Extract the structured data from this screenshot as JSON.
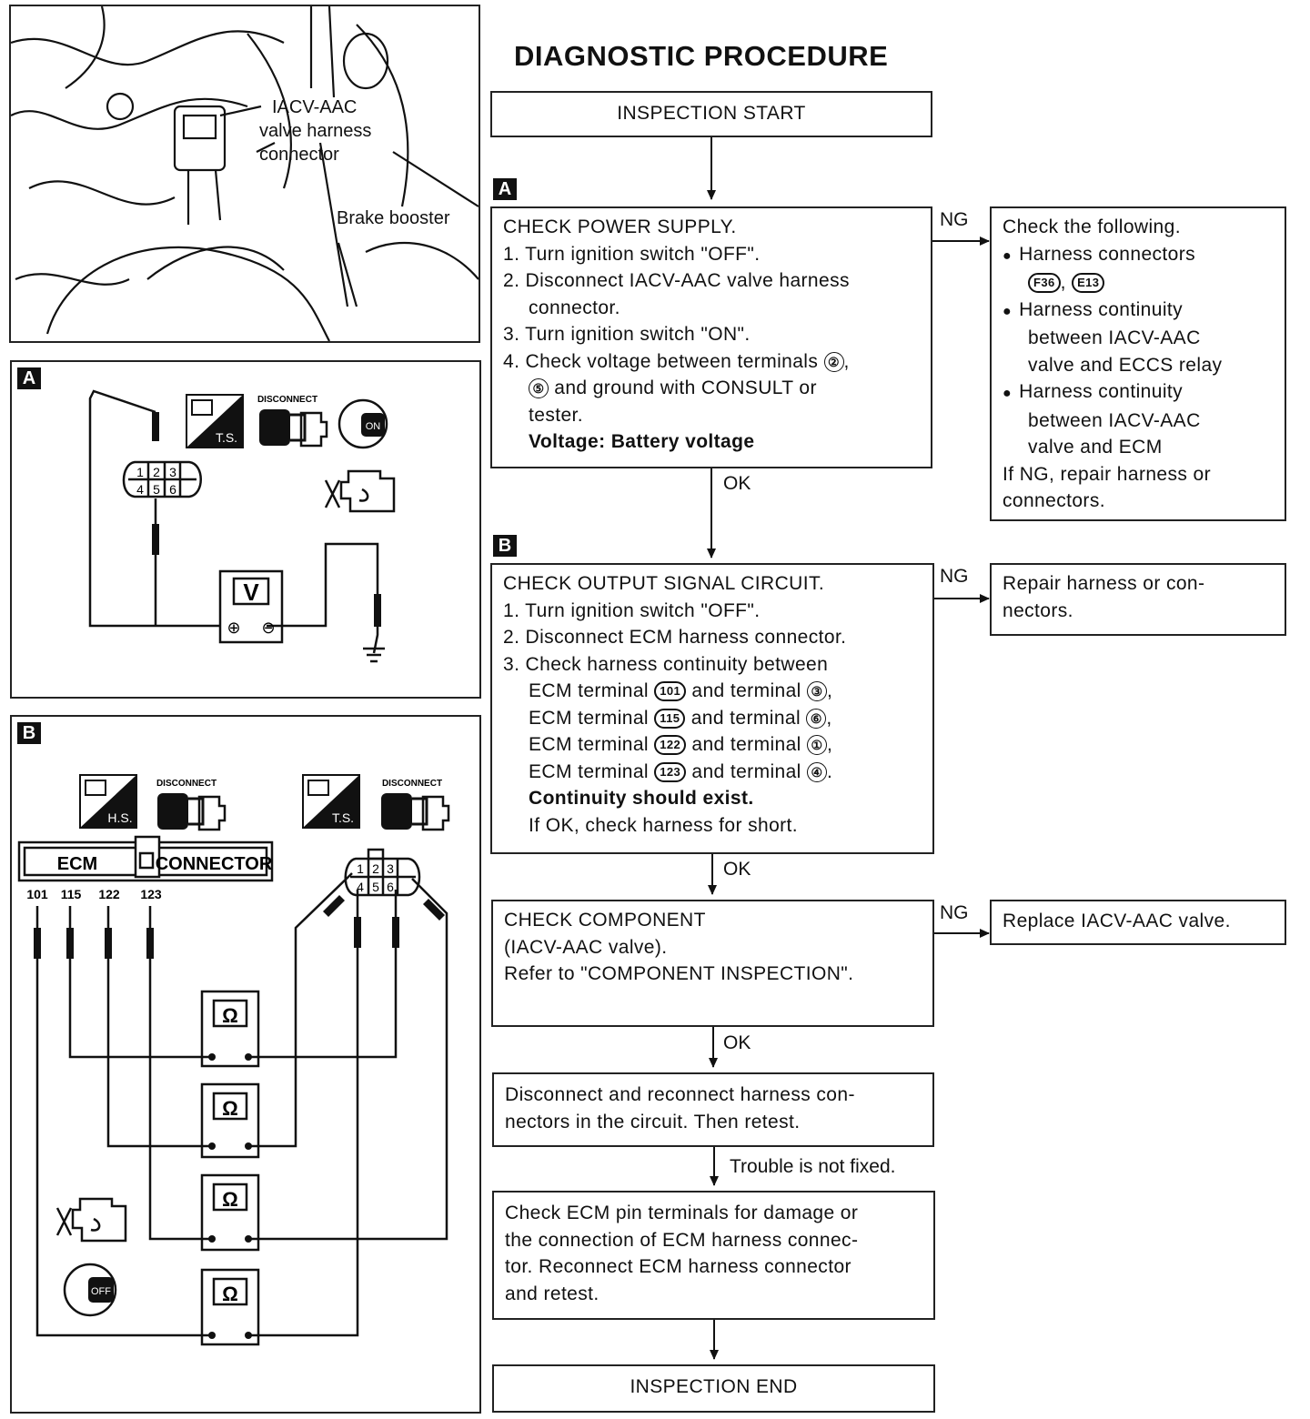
{
  "page_title": "DIAGNOSTIC PROCEDURE",
  "photo": {
    "label_connector": [
      "IACV-AAC",
      "valve harness",
      "connector"
    ],
    "label_booster": "Brake booster"
  },
  "panel_a": {
    "tag": "A",
    "ts_label": "T.S.",
    "disconnect_label": "DISCONNECT",
    "on_label": "ON",
    "terminals": [
      "1",
      "2",
      "3",
      "4",
      "5",
      "6"
    ],
    "meter_label": "V",
    "plus": "⊕",
    "minus": "⊖"
  },
  "panel_b": {
    "tag": "B",
    "hs_label": "H.S.",
    "ts_label": "T.S.",
    "disconnect_label": "DISCONNECT",
    "ecm_label": "ECM",
    "connector_label": "CONNECTOR",
    "ecm_terminals": [
      "101",
      "115",
      "122",
      "123"
    ],
    "terminals": [
      "1",
      "2",
      "3",
      "4",
      "5",
      "6"
    ],
    "meter_label": "Ω",
    "off_label": "OFF"
  },
  "flow": {
    "start": "INSPECTION START",
    "end": "INSPECTION END",
    "tag_a": "A",
    "tag_b": "B",
    "step_a": {
      "title": "CHECK POWER SUPPLY.",
      "l1": "1. Turn ignition switch \"OFF\".",
      "l2": "2. Disconnect IACV-AAC valve harness",
      "l2b": "connector.",
      "l3": "3. Turn ignition switch \"ON\".",
      "l4a": "4. Check voltage between terminals",
      "l4a_t": "②",
      "l4b_t": "⑤",
      "l4b": "and ground with CONSULT or",
      "l4c": "tester.",
      "spec": "Voltage: Battery voltage"
    },
    "ng_a": {
      "title": "Check the following.",
      "b1": "Harness connectors",
      "b1_c1": "F36",
      "b1_c2": "E13",
      "b2a": "Harness continuity",
      "b2b": "between IACV-AAC",
      "b2c": "valve and ECCS relay",
      "b3a": "Harness continuity",
      "b3b": "between IACV-AAC",
      "b3c": "valve and ECM",
      "r1": "If NG, repair harness or",
      "r2": "connectors."
    },
    "step_b": {
      "title": "CHECK OUTPUT SIGNAL CIRCUIT.",
      "l1": "1. Turn ignition switch \"OFF\".",
      "l2": "2. Disconnect ECM harness connector.",
      "l3": "3. Check harness continuity between",
      "pre": "ECM terminal",
      "mid": "and terminal",
      "pairs": [
        {
          "ecm": "101",
          "t": "③",
          "end": ","
        },
        {
          "ecm": "115",
          "t": "⑥",
          "end": ","
        },
        {
          "ecm": "122",
          "t": "①",
          "end": ","
        },
        {
          "ecm": "123",
          "t": "④",
          "end": "."
        }
      ],
      "spec": "Continuity should exist.",
      "note": "If OK, check harness for short."
    },
    "ng_b": {
      "l1": "Repair harness or con-",
      "l2": "nectors."
    },
    "step_c": {
      "l1": "CHECK COMPONENT",
      "l2": "(IACV-AAC valve).",
      "l3": "Refer to \"COMPONENT INSPECTION\"."
    },
    "ng_c": "Replace IACV-AAC valve.",
    "step_d": {
      "l1": "Disconnect and reconnect harness con-",
      "l2": "nectors in the circuit. Then retest."
    },
    "step_e": {
      "l1": "Check ECM pin terminals for damage or",
      "l2": "the connection of ECM harness connec-",
      "l3": "tor. Reconnect ECM harness connector",
      "l4": "and retest."
    },
    "ok": "OK",
    "ng": "NG",
    "trouble": "Trouble is not fixed."
  }
}
